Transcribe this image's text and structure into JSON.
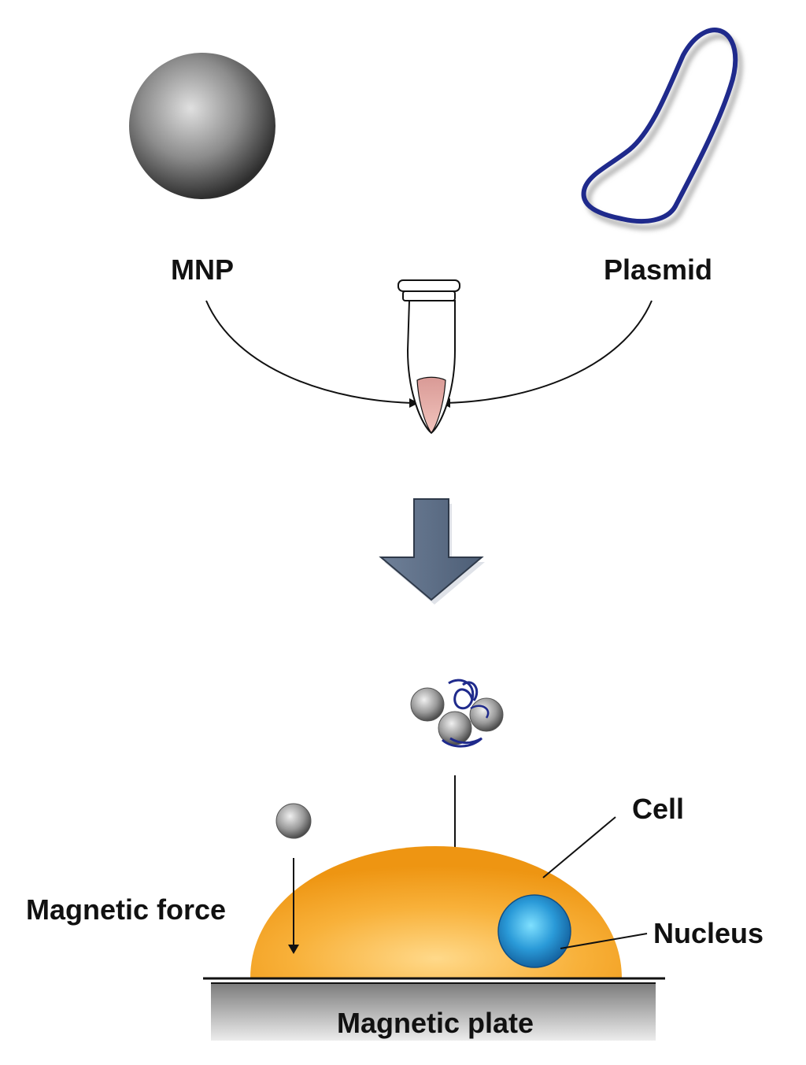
{
  "labels": {
    "mnp": "MNP",
    "plasmid": "Plasmid",
    "cell": "Cell",
    "magnetic_force": "Magnetic force",
    "nucleus": "Nucleus",
    "magnetic_plate": "Magnetic plate"
  },
  "colors": {
    "mnp_sphere_light": "#d8d8d8",
    "mnp_sphere_dark": "#3a3a3a",
    "plasmid_stroke": "#1f2a8c",
    "tube_liquid": "#e8a7a0",
    "process_arrow": "#5d6f87",
    "cell_fill": "#f5a623",
    "cell_light": "#ffd37a",
    "nucleus_fill": "#1e7fc4",
    "nucleus_light": "#6fd0ff",
    "plate_top": "#8a8a8a",
    "plate_bottom": "#e6e6e6"
  }
}
